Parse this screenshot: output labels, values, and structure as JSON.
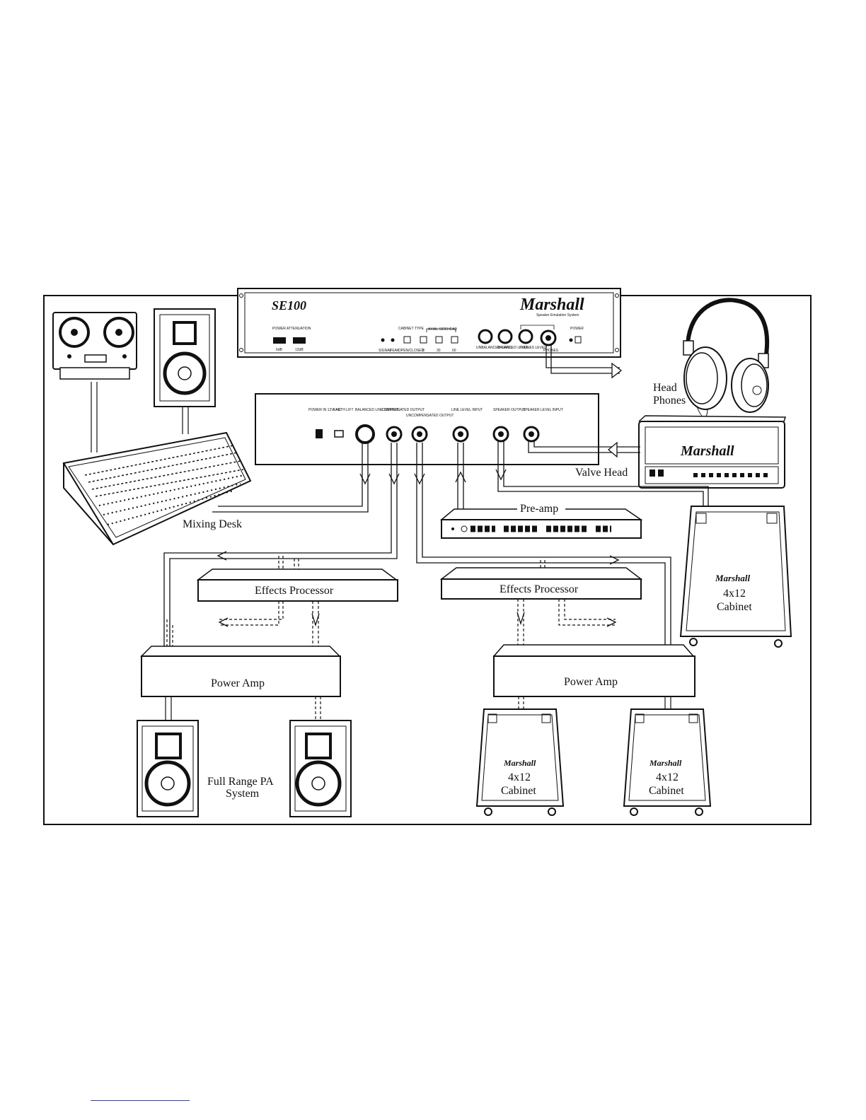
{
  "front_panel": {
    "model": "SE100",
    "brand": "Marshall",
    "subtitle": "Speaker Emulation System",
    "power_attenuation": {
      "title": "POWER ATTENUATION",
      "labels": [
        "6dB",
        "12dB"
      ]
    },
    "cabinet_type": {
      "title": "CABINET TYPE",
      "labels": [
        "SIGNAL",
        "PEAK",
        "OPEN/CLOSED"
      ]
    },
    "axial": {
      "title": "AXIAL SIDEHEAD",
      "labels": [
        "0",
        "30",
        "60"
      ]
    },
    "knob_labels": [
      "UNBALANCED LEVEL",
      "BALANCED LEVEL",
      "PHONES LEVEL"
    ],
    "phones_label": "PHONES",
    "power_label": "POWER"
  },
  "rear_panel": {
    "labels": [
      "POWER IN 12V~AC",
      "EARTH LIFT",
      "BALANCED LINE OUTPUT",
      "COMPENSATED OUTPUT",
      "UNCOMPENSATED OUTPUT",
      "LINE LEVEL INPUT",
      "SPEAKER OUTPUT",
      "SPEAKER LEVEL INPUT"
    ]
  },
  "labels": {
    "head_phones": [
      "Head",
      "Phones"
    ],
    "valve_head": "Valve Head",
    "valve_head_logo": "Marshall",
    "mixing_desk": "Mixing Desk",
    "pre_amp": "Pre-amp",
    "effects_left": "Effects Processor",
    "effects_right": "Effects Processor",
    "power_amp_left": "Power Amp",
    "power_amp_right": "Power Amp",
    "pa_system": [
      "Full Range PA",
      "System"
    ],
    "cabinet_logo": "Marshall",
    "cabinet_right": [
      "4x12",
      "Cabinet"
    ],
    "cabinet_bottom_1": [
      "4x12",
      "Cabinet"
    ],
    "cabinet_bottom_2": [
      "4x12",
      "Cabinet"
    ]
  }
}
